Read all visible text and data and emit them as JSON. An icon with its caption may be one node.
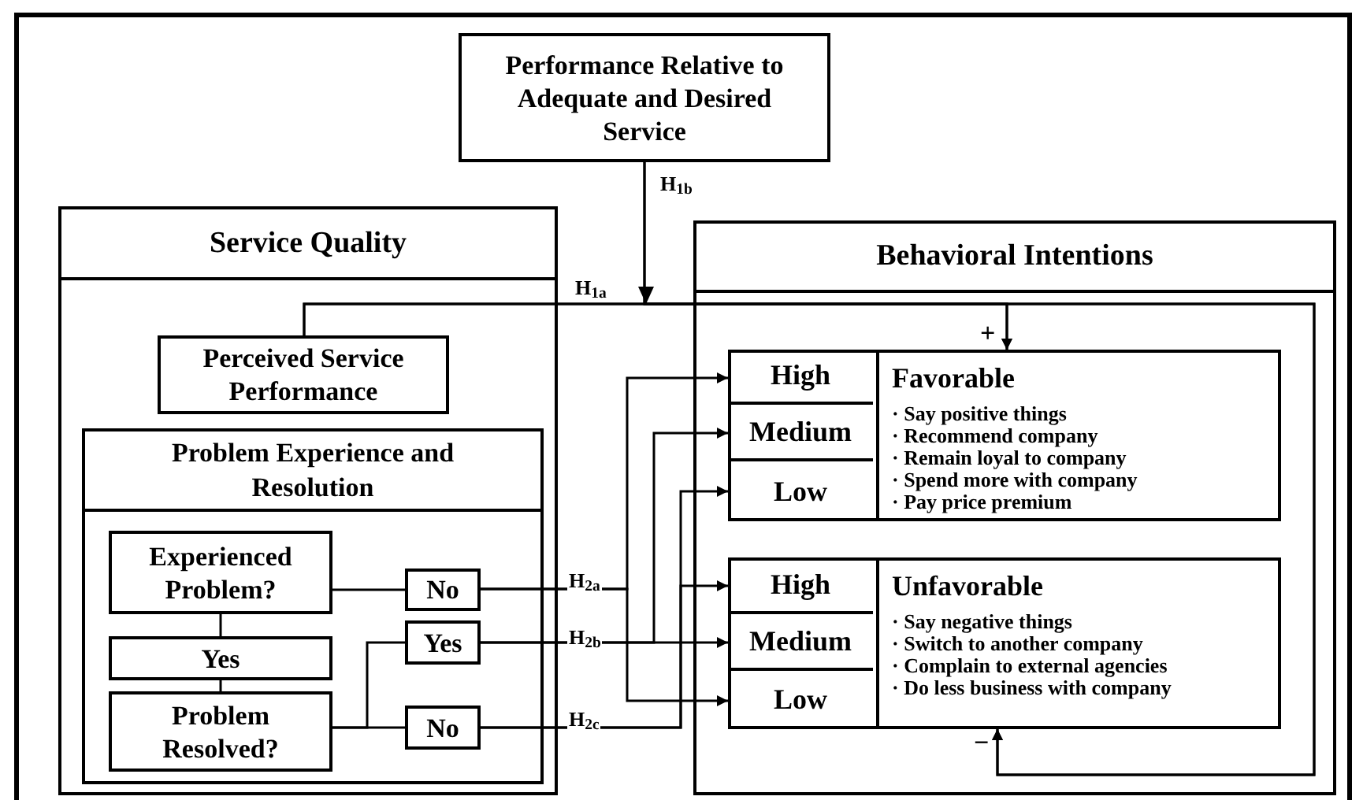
{
  "diagram": {
    "nodes": [
      {
        "text": [
          "Performance Relative to Adequate and Desired Service"
        ]
      },
      {
        "text": [
          "Service Quality"
        ]
      },
      {
        "text": [
          "Perceived Service Performance"
        ],
        "in": 1
      },
      {
        "text": [
          "Problem Experience and Resolution"
        ],
        "in": 1
      },
      {
        "text": [
          "Experienced Problem?"
        ],
        "in": 3
      },
      {
        "text": [
          "No"
        ],
        "in": 3
      },
      {
        "text": [
          "Yes"
        ],
        "in": 3
      },
      {
        "text": [
          "Problem Resolved?"
        ],
        "in": 3
      },
      {
        "text": [
          "Yes"
        ],
        "in": 3
      },
      {
        "text": [
          "No"
        ],
        "in": 3
      },
      {
        "text": [
          "Behavioral Intentions"
        ]
      },
      {
        "text": [
          "Favorable",
          "· Say positive things",
          "· Recommend company",
          "· Remain loyal to company",
          "· Spend more with company",
          "· Pay price premium"
        ],
        "in": 10
      },
      {
        "text": [
          "High"
        ],
        "in": 11
      },
      {
        "text": [
          "Medium"
        ],
        "in": 11
      },
      {
        "text": [
          "Low"
        ],
        "in": 11
      },
      {
        "text": [
          "Unfavorable",
          "· Say negative things",
          "· Switch to another company",
          "· Complain to external agencies",
          "· Do less business with company"
        ],
        "in": 10
      },
      {
        "text": [
          "High"
        ],
        "in": 15
      },
      {
        "text": [
          "Medium"
        ],
        "in": 15
      },
      {
        "text": [
          "Low"
        ],
        "in": 15
      }
    ],
    "edges": [
      {
        "from": 2,
        "to": 11,
        "arrow": "to",
        "label": "H$_{1a}$"
      },
      {
        "from": 2,
        "to": 15,
        "arrow": "to"
      },
      {
        "from": 0,
        "to": 11,
        "arrow": "to",
        "label": "H$_{1b}$"
      },
      {
        "from": 0,
        "to": 15,
        "arrow": "to"
      },
      {
        "from": 4,
        "to": 5,
        "arrow": "none"
      },
      {
        "from": 4,
        "to": 6,
        "arrow": "none"
      },
      {
        "from": 6,
        "to": 7,
        "arrow": "none"
      },
      {
        "from": 7,
        "to": 8,
        "arrow": "none"
      },
      {
        "from": 7,
        "to": 9,
        "arrow": "none"
      },
      {
        "from": 5,
        "to": 12,
        "arrow": "to",
        "label": "H$_{2a}$"
      },
      {
        "from": 5,
        "to": 18,
        "arrow": "to"
      },
      {
        "from": 8,
        "to": 13,
        "arrow": "to",
        "label": "H$_{2b}$"
      },
      {
        "from": 8,
        "to": 17,
        "arrow": "to"
      },
      {
        "from": 9,
        "to": 14,
        "arrow": "to",
        "label": "H$_{2c}$"
      },
      {
        "from": 9,
        "to": 16,
        "arrow": "to"
      }
    ],
    "labels": [
      "+",
      "−"
    ]
  }
}
